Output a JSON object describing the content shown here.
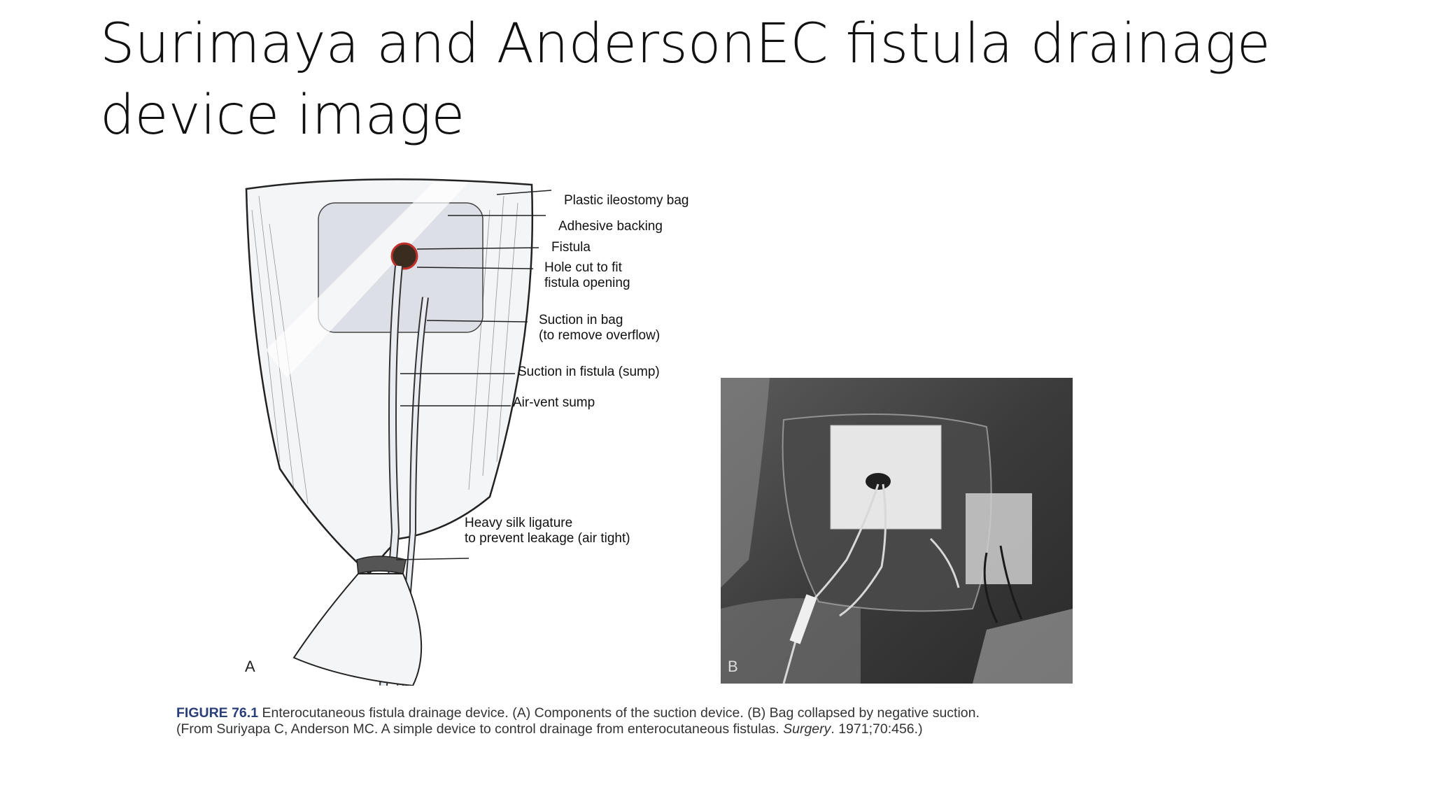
{
  "slide": {
    "title": "Surimaya and AndersonEC fistula drainage device image"
  },
  "figure_a": {
    "panel_letter": "A",
    "callouts": [
      {
        "id": "plastic-bag",
        "text": "Plastic ileostomy bag"
      },
      {
        "id": "adhesive-backing",
        "text": "Adhesive backing"
      },
      {
        "id": "fistula",
        "text": "Fistula"
      },
      {
        "id": "hole-cut",
        "text": "Hole cut to fit\nfistula opening"
      },
      {
        "id": "suction-bag",
        "text": "Suction in bag\n(to remove overflow)"
      },
      {
        "id": "suction-fistula",
        "text": "Suction in fistula (sump)"
      },
      {
        "id": "air-vent",
        "text": "Air-vent sump"
      },
      {
        "id": "silk-ligature",
        "text": "Heavy silk ligature\nto prevent leakage (air tight)"
      }
    ]
  },
  "figure_b": {
    "panel_letter": "B"
  },
  "caption": {
    "label": "FIGURE 76.1",
    "line1": "Enterocutaneous fistula drainage device. (A) Components of the suction device. (B) Bag collapsed by negative suction.",
    "line2_prefix": "(From Suriyapa C, Anderson MC. A simple device to control drainage from enterocutaneous fistulas. ",
    "journal": "Surgery",
    "line2_suffix": ". 1971;70:456.)"
  },
  "colors": {
    "caption_label": "#2a3e78",
    "fistula_ring": "#c0302a"
  }
}
